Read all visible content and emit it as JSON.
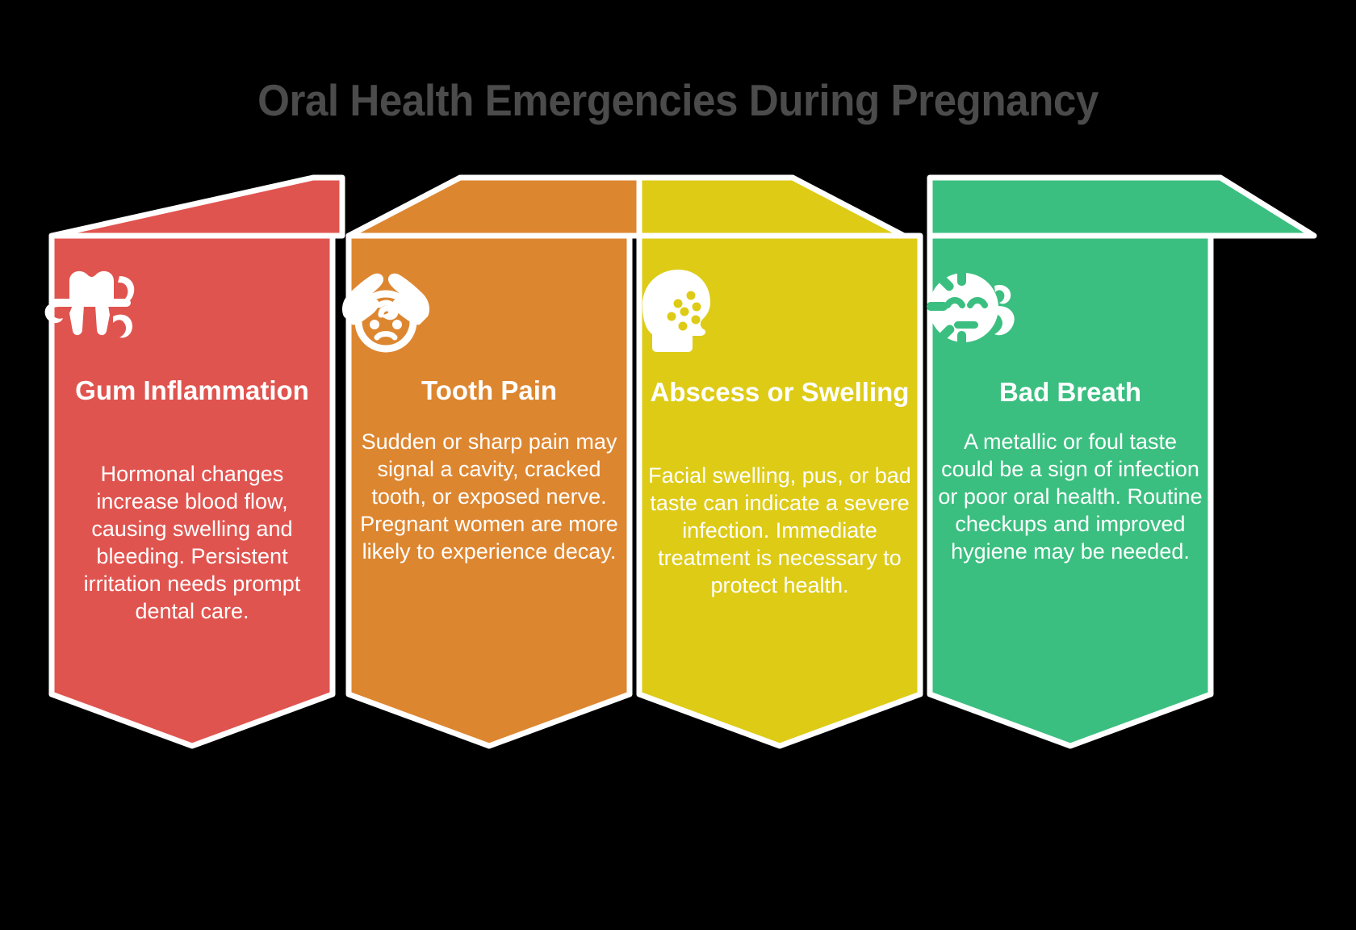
{
  "title": "Oral Health Emergencies During Pregnancy",
  "background_color": "#000000",
  "title_color": "#4b4b4b",
  "text_color": "#ffffff",
  "panels": [
    {
      "id": "gum-inflammation",
      "title": "Gum Inflammation",
      "description": "Hormonal changes increase blood flow, causing swelling and bleeding. Persistent irritation needs prompt dental care.",
      "color": "#E0544F",
      "icon": "tooth-gum-icon"
    },
    {
      "id": "tooth-pain",
      "title": "Tooth Pain",
      "description": "Sudden or sharp pain may signal a cavity, cracked tooth, or exposed nerve. Pregnant women are more likely to experience decay.",
      "color": "#DD8630",
      "icon": "face-hands-toothache-icon"
    },
    {
      "id": "abscess-or-swelling",
      "title": "Abscess or Swelling",
      "description": "Facial swelling, pus, or bad taste can indicate a severe infection. Immediate treatment is necessary to protect health.",
      "color": "#DECB16",
      "icon": "head-profile-infection-icon"
    },
    {
      "id": "bad-breath",
      "title": "Bad Breath",
      "description": "A metallic or foul taste could be a sign of infection or poor oral health. Routine checkups and improved hygiene may be needed.",
      "color": "#3BBF80",
      "icon": "face-bad-breath-icon"
    }
  ]
}
